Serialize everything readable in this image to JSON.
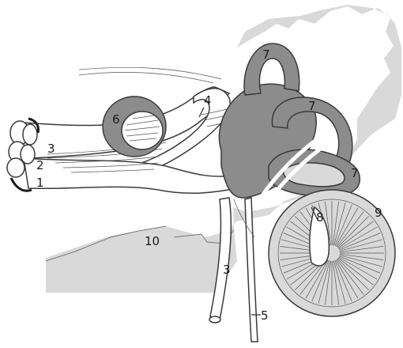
{
  "labels": {
    "l1": "1",
    "l2": "2",
    "l3a": "3",
    "l3b": "3",
    "l4": "4",
    "l5": "5",
    "l6": "6",
    "l7a": "7",
    "l7b": "7",
    "l7c": "7",
    "l8": "8",
    "l9": "9",
    "l10": "10"
  },
  "colors": {
    "background_tissue": "#d9d9d9",
    "dark_structures": "#8c8c8c",
    "nerves": "#ffffff",
    "outline": "#3a3a3a"
  }
}
